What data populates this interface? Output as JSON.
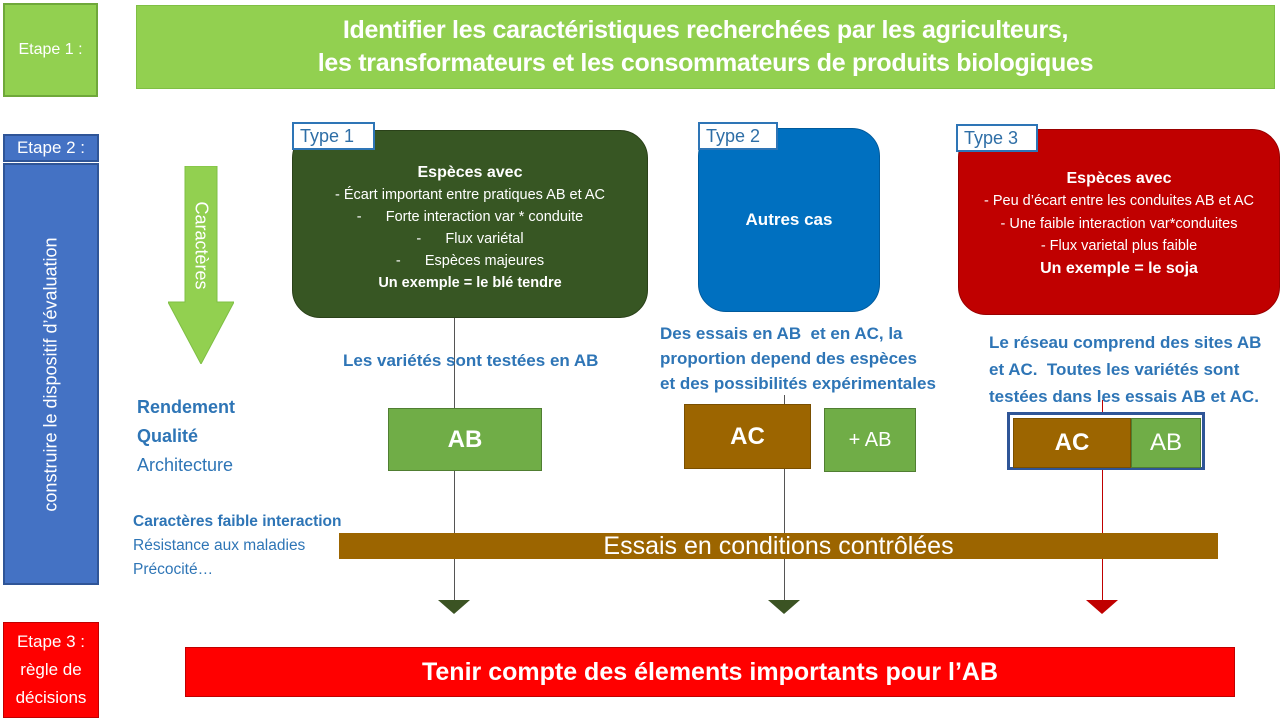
{
  "etape1": {
    "label": "Etape 1 :",
    "title_line1": "Identifier les caractéristiques recherchées par les agriculteurs,",
    "title_line2": "les transformateurs et les consommateurs de produits biologiques"
  },
  "etape2": {
    "label": "Etape 2 :",
    "side_text": "construire le dispositif d’évaluation"
  },
  "etape3": {
    "label_line1": "Etape 3 :",
    "label_line2": "règle de",
    "label_line3": "décisions",
    "banner": "Tenir compte des élements importants pour l’AB"
  },
  "caracteres_arrow": {
    "label": "Caractères"
  },
  "left_criteria": {
    "rendement": "Rendement",
    "qualite": "Qualité",
    "architecture": "Architecture"
  },
  "low_interaction": {
    "title": "Caractères faible interaction",
    "item1": "Résistance aux maladies",
    "item2": "Précocité…"
  },
  "controlled_bar": {
    "label": "Essais en conditions contrôlées"
  },
  "type1": {
    "tag": "Type 1",
    "heading": "Espèces avec",
    "lines": [
      "- Écart important entre pratiques AB et AC",
      "-      Forte interaction var * conduite",
      "-      Flux variétal",
      "-      Espèces majeures"
    ],
    "example": "Un exemple = le blé tendre",
    "note": "Les variétés sont testées en AB",
    "box_ab": "AB"
  },
  "type2": {
    "tag": "Type 2",
    "heading": "Autres cas",
    "note_line1": "Des essais en AB  et en AC, la",
    "note_line2": "proportion depend des espèces",
    "note_line3": "et des possibilités expérimentales",
    "box_ac": "AC",
    "box_plus_ab": "+ AB"
  },
  "type3": {
    "tag": "Type 3",
    "heading": "Espèces avec",
    "lines": [
      "- Peu d’écart entre les conduites AB et AC",
      "- Une faible interaction var*conduites",
      "- Flux varietal plus faible"
    ],
    "example": "Un exemple = le soja",
    "note_line1": "Le réseau comprend des sites AB",
    "note_line2": "et AC.  Toutes les variétés sont",
    "note_line3": "testées dans les essais AB et AC.",
    "box_ac": "AC",
    "box_ab": "AB"
  },
  "colors": {
    "green": "#92d050",
    "dark_green": "#375623",
    "blue": "#0070c0",
    "red": "#c00000",
    "brown": "#9c6500",
    "text_blue": "#2e75b6"
  }
}
